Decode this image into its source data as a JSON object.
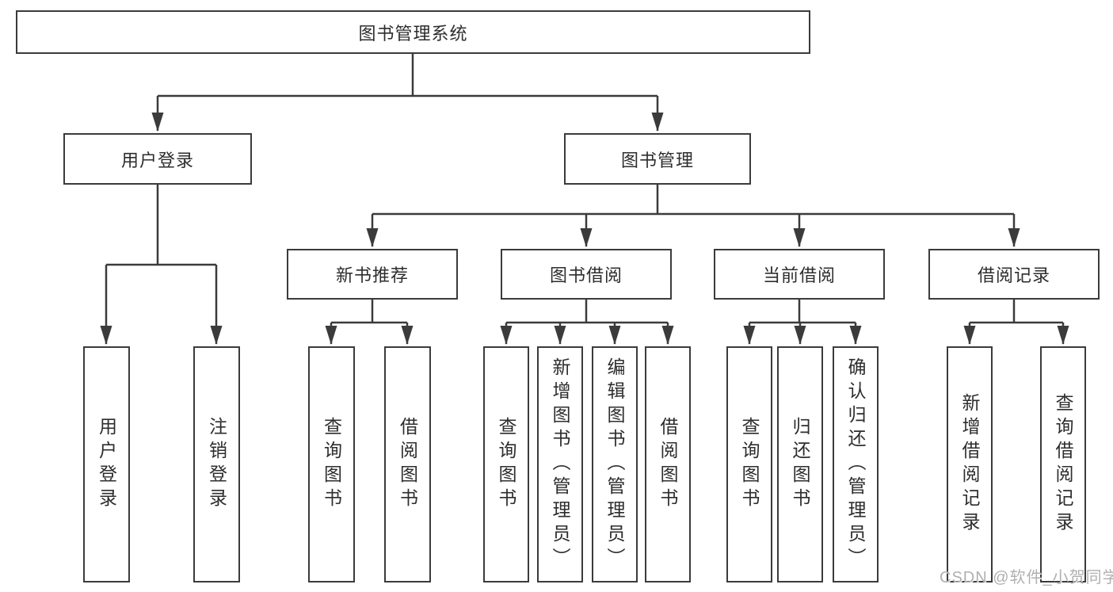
{
  "diagram": {
    "root_label": "图书管理系统",
    "branches": [
      {
        "label": "用户登录",
        "children": [
          "用户登录",
          "注销登录"
        ]
      },
      {
        "label": "图书管理",
        "groups": [
          {
            "label": "新书推荐",
            "children": [
              "查询图书",
              "借阅图书"
            ]
          },
          {
            "label": "图书借阅",
            "children": [
              "查询图书",
              "新增图书（管理员）",
              "编辑图书（管理员）",
              "借阅图书"
            ]
          },
          {
            "label": "当前借阅",
            "children": [
              "查询图书",
              "归还图书",
              "确认归还（管理员）"
            ]
          },
          {
            "label": "借阅记录",
            "children": [
              "新增借阅记录",
              "查询借阅记录"
            ]
          }
        ]
      }
    ],
    "watermark": "CSDN @软件_小贺同学",
    "colors": {
      "line": "#3b3b3b",
      "text": "#2d2d2d",
      "watermark": "#b0b0b0",
      "background": "#ffffff"
    }
  }
}
